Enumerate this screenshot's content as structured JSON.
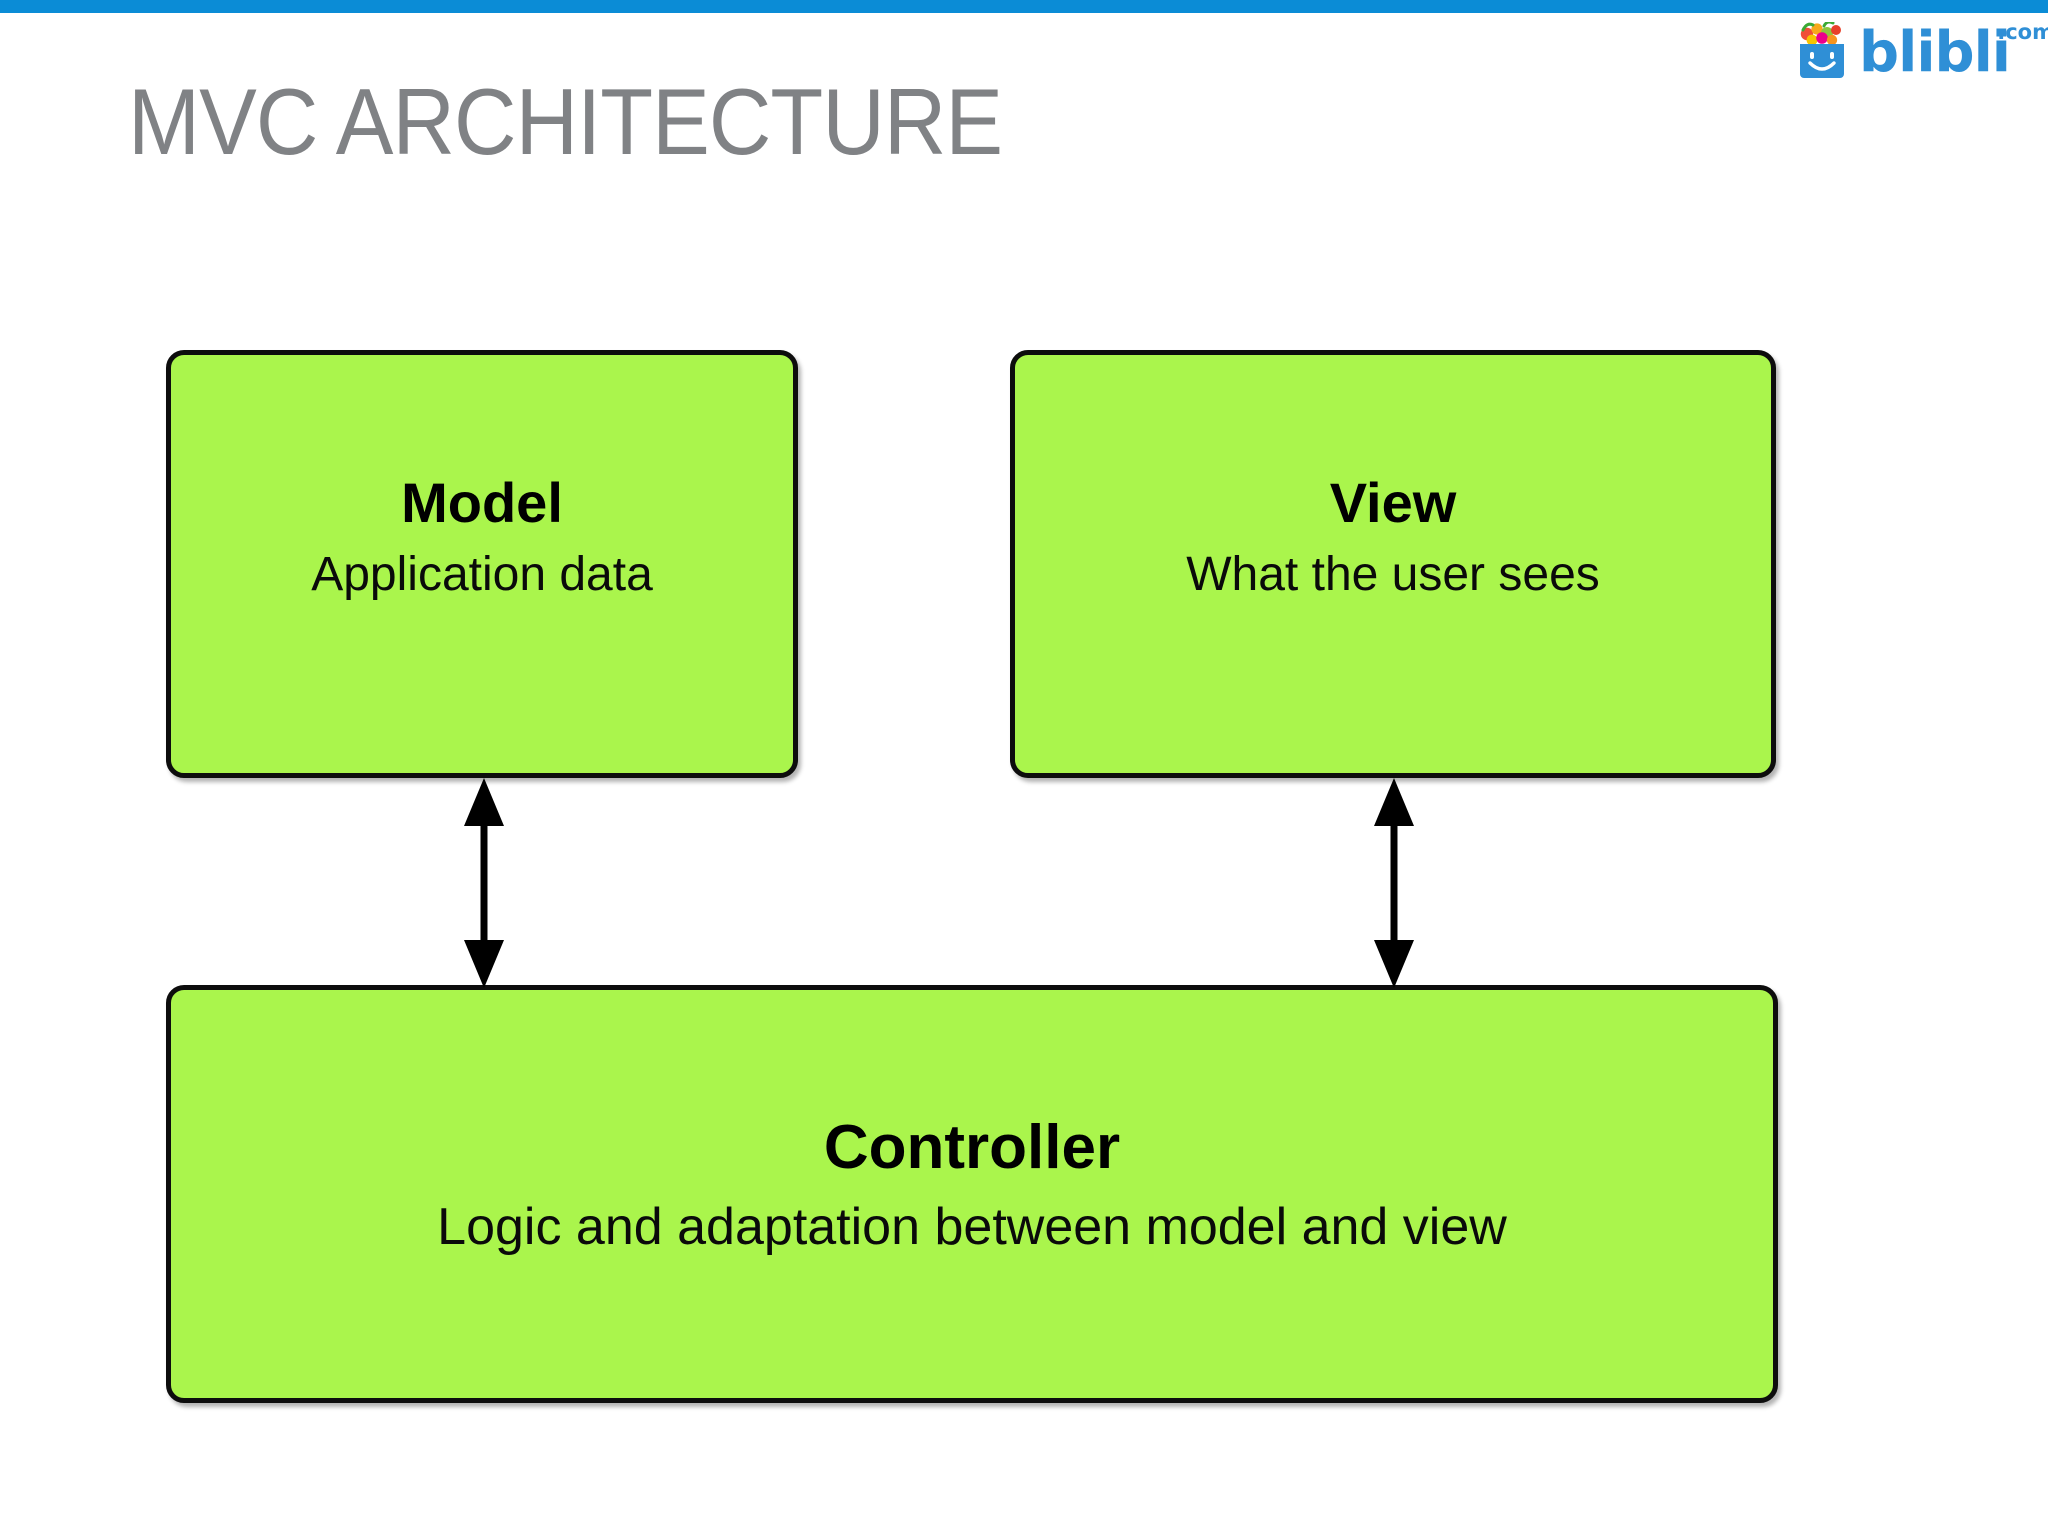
{
  "header": {
    "accent_color": "#0b8cd6",
    "title": "MVC ARCHITECTURE",
    "title_color": "#808285",
    "logo": {
      "name": "blibli-logo",
      "wordmark": "blibli",
      "tld": ".com",
      "icon": "shopping-bag-icon",
      "color": "#2f8fd6"
    }
  },
  "diagram": {
    "type": "block-diagram",
    "node_fill": "#aaf54c",
    "node_border": "#0d0d0d",
    "nodes": [
      {
        "id": "model",
        "title": "Model",
        "subtitle": "Application data"
      },
      {
        "id": "view",
        "title": "View",
        "subtitle": "What the user sees"
      },
      {
        "id": "controller",
        "title": "Controller",
        "subtitle": "Logic and adaptation between model and view"
      }
    ],
    "connectors": [
      {
        "id": "model-controller",
        "from": "model",
        "to": "controller",
        "style": "double-headed-arrow",
        "color": "#000000"
      },
      {
        "id": "view-controller",
        "from": "view",
        "to": "controller",
        "style": "double-headed-arrow",
        "color": "#000000"
      }
    ]
  }
}
